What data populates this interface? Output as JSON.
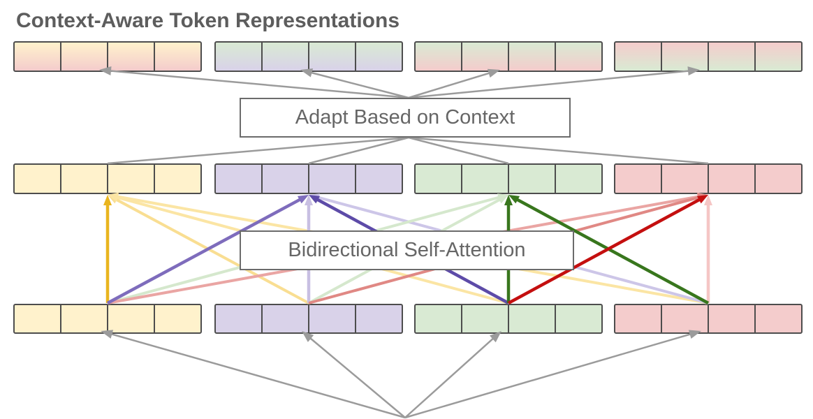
{
  "title": "Context-Aware Token Representations",
  "boxes": {
    "adapt_label": "Adapt Based on Context",
    "attention_label": "Bidirectional Self-Attention"
  },
  "colors": {
    "background": "#ffffff",
    "title_text": "#5d5d5d",
    "box_text": "#666666",
    "box_border": "#6b6b6b",
    "bar_border": "#4d4d4d",
    "flow_arrow_gray": "#9b9b9b",
    "token_yellow": "#FFF2CC",
    "token_purple": "#D9D2E9",
    "token_green": "#D9EAD3",
    "token_red": "#F4CCCC"
  },
  "token_rows": {
    "top": {
      "role": "context-aware-output-tokens",
      "bars": [
        {
          "cells": 4,
          "fill_top": "#FFF2CC",
          "fill_bottom": "#F4CCCC"
        },
        {
          "cells": 4,
          "fill_top": "#D9EAD3",
          "fill_bottom": "#D9D2E9"
        },
        {
          "cells": 4,
          "fill_top": "#D9EAD3",
          "fill_bottom": "#F4CCCC"
        },
        {
          "cells": 4,
          "fill_top": "#F4CCCC",
          "fill_bottom": "#D9EAD3"
        }
      ]
    },
    "middle": {
      "role": "attended-token-states",
      "bars": [
        {
          "cells": 4,
          "fill": "#FFF2CC"
        },
        {
          "cells": 4,
          "fill": "#D9D2E9"
        },
        {
          "cells": 4,
          "fill": "#D9EAD3"
        },
        {
          "cells": 4,
          "fill": "#F4CCCC"
        }
      ]
    },
    "bottom": {
      "role": "input-token-embeddings",
      "bars": [
        {
          "cells": 4,
          "fill": "#FFF2CC"
        },
        {
          "cells": 4,
          "fill": "#D9D2E9"
        },
        {
          "cells": 4,
          "fill": "#D9EAD3"
        },
        {
          "cells": 4,
          "fill": "#F4CCCC"
        }
      ]
    }
  },
  "attention_arrows": [
    {
      "from": 1,
      "to": 0,
      "color": "#F9DE92",
      "width": 4
    },
    {
      "from": 2,
      "to": 0,
      "color": "#FBE5A4",
      "width": 4
    },
    {
      "from": 3,
      "to": 0,
      "color": "#FBE5A4",
      "width": 4
    },
    {
      "from": 1,
      "to": 1,
      "color": "#C8BFE2",
      "width": 4.5
    },
    {
      "from": 3,
      "to": 1,
      "color": "#CDC6E8",
      "width": 4
    },
    {
      "from": 0,
      "to": 2,
      "color": "#D5E8CD",
      "width": 4
    },
    {
      "from": 1,
      "to": 2,
      "color": "#D5E8CD",
      "width": 4
    },
    {
      "from": 3,
      "to": 3,
      "color": "#F5C6C5",
      "width": 4.5
    },
    {
      "from": 0,
      "to": 3,
      "color": "#EAA5A3",
      "width": 4
    },
    {
      "from": 1,
      "to": 3,
      "color": "#E08884",
      "width": 4
    },
    {
      "from": 0,
      "to": 0,
      "color": "#E9B51F",
      "width": 4.5
    },
    {
      "from": 0,
      "to": 1,
      "color": "#7E6CBC",
      "width": 4.5
    },
    {
      "from": 2,
      "to": 1,
      "color": "#5D4BA8",
      "width": 4.5
    },
    {
      "from": 2,
      "to": 2,
      "color": "#38761D",
      "width": 4.5
    },
    {
      "from": 3,
      "to": 2,
      "color": "#38761D",
      "width": 4.5
    },
    {
      "from": 2,
      "to": 3,
      "color": "#C40F0F",
      "width": 4.5
    }
  ],
  "flow_arrows": {
    "color": "#9b9b9b",
    "top_fan": "adapt-box-to-output-tokens",
    "middle_fan": "attended-states-to-adapt-box",
    "bottom_fan": "input-source-to-input-tokens"
  }
}
